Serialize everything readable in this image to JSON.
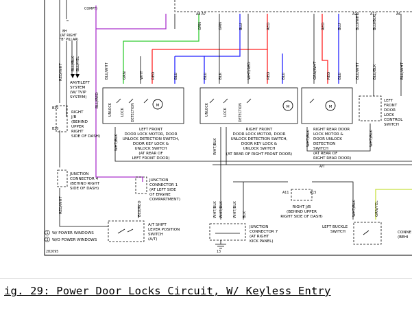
{
  "caption": "ig. 29: Power Door Locks Circuit, W/ Keyless Entry",
  "diagram_id": "282095",
  "legend": [
    {
      "num": "1",
      "text": "W/ POWER WINDOWS"
    },
    {
      "num": "2",
      "text": "W/O POWER WINDOWS"
    }
  ],
  "top": {
    "compt": "COMPT)",
    "pin_8h": "8H",
    "at_right_b_pillar_1": "(AT RIGHT",
    "at_right_b_pillar_2": "\"B\" PILLAR)",
    "pins_a8_a7": "A8  A7",
    "pin_a20": "A20",
    "pin_a6": "A6",
    "pin_a12": "A12"
  },
  "wires": {
    "red_wht": "RED/WHT",
    "blu_blk": "BLU/BLK",
    "blu_yel": "BLU/YEL",
    "blu_red": "BLU/RED",
    "blu_wht": "BLU/WHT",
    "grn": "GRN",
    "wht": "WHT",
    "red": "RED",
    "blu": "BLU",
    "wht_red": "WHT/RED",
    "blk": "BLK",
    "grn_wht": "GRN/WHT",
    "wht_blk": "WHT/BLK",
    "grn_yel": "GRN/YEL"
  },
  "components": {
    "am_left_system": [
      "AM/TILEFT",
      "SYSTEM",
      "(W/ TVIP",
      "SYSTEM)"
    ],
    "right_jb_dash": [
      "RIGHT",
      "J/B",
      "(BEHIND",
      "UPPER",
      "RIGHT",
      "SIDE OF DASH)"
    ],
    "jb_pin_b22": "B22",
    "jb_pin_b20": "B20",
    "junction_4": [
      "JUNCTION",
      "CONNECTOR 4",
      "(BEHIND RIGHT",
      "SIDE OF DASH)"
    ],
    "junction_1": [
      "JUNCTION",
      "CONNECTOR 1",
      "(AT LEFT SIDE",
      "OF ENGINE",
      "COMPARTMENT)"
    ],
    "shift_lever": [
      "A/T SHIFT",
      "LEVER POSITION",
      "SWITCH",
      "(A/T)"
    ],
    "left_front": [
      "LEFT FRONT",
      "DOOR LOCK MOTOR, DOOR",
      "UNLOCK DETECTION SWITCH,",
      "DOOR KEY LOCK &",
      "UNLOCK SWITCH",
      "(AT REAR OF",
      "LEFT FRONT DOOR)"
    ],
    "right_front": [
      "RIGHT FRONT",
      "DOOR LOCK MOTOR, DOOR",
      "UNLOCK DETECTION SWITCH,",
      "DOOR KEY LOCK &",
      "UNLOCK SWITCH",
      "(AT REAR OF RIGHT FRONT DOOR)"
    ],
    "right_rear": [
      "RIGHT REAR DOOR",
      "LOCK MOTOR &",
      "DOOR UNLOCK",
      "DETECTION",
      "SWITCH",
      "(AT REAR OF",
      "RIGHT REAR DOOR)"
    ],
    "left_front_lock_control": [
      "LEFT",
      "FRONT",
      "DOOR",
      "LOCK",
      "CONTROL",
      "SWITCH"
    ],
    "right_jb_lower": [
      "RIGHT J/B",
      "(BEHIND UPPER",
      "RIGHT SIDE OF DASH)"
    ],
    "right_jb_pins": [
      "A11",
      "A15"
    ],
    "junction_7": [
      "JUNCTION",
      "CONNECTOR 7",
      "(AT RIGHT",
      "KICK PANEL)"
    ],
    "left_buckle": [
      "LEFT BUCKLE",
      "SWITCH"
    ],
    "right_edge_texts": [
      "CONNE",
      "(BEHI"
    ],
    "at_label": "A/T",
    "switch_lock": "LOCK",
    "switch_unlock": "UNLOCK",
    "switch_detection": "DETECTION",
    "motor_symbol": "M",
    "ground_pin": "13"
  }
}
